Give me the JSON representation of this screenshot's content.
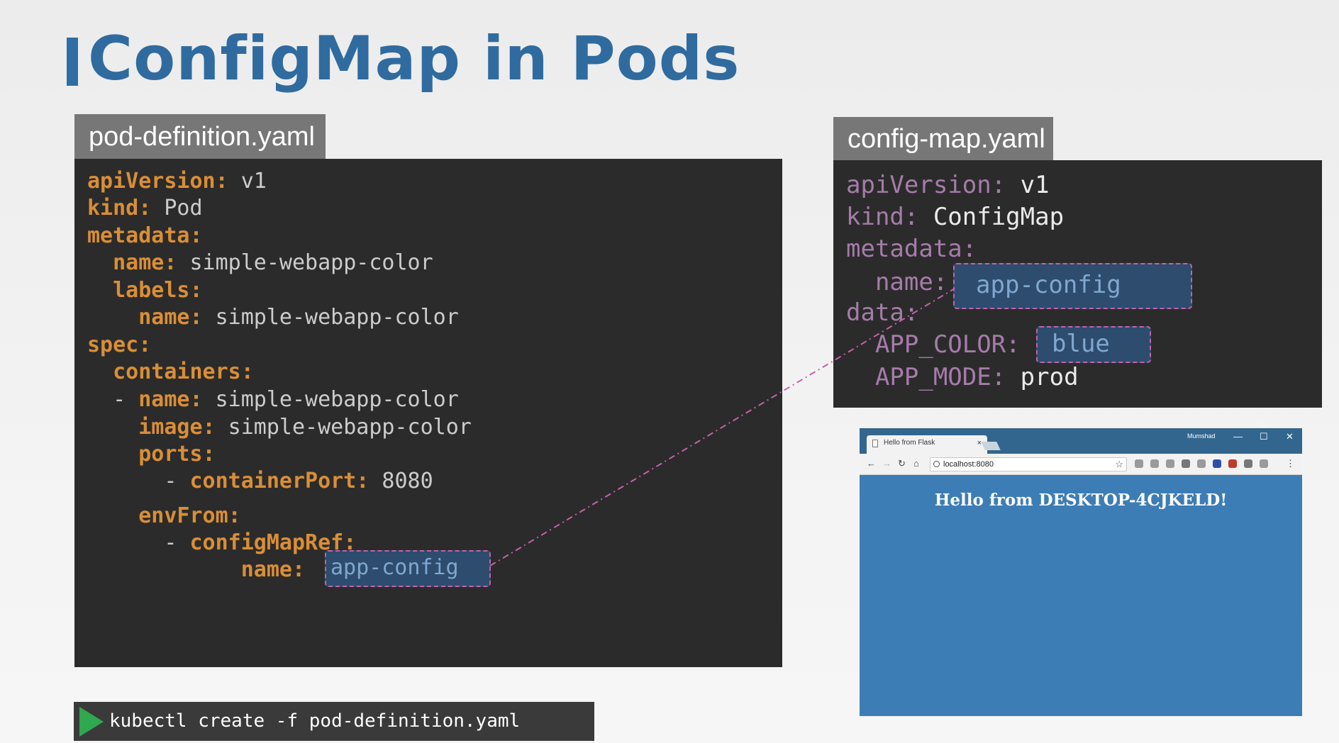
{
  "slide": {
    "title": "ConfigMap in Pods"
  },
  "pod_file": {
    "filename": "pod-definition.yaml",
    "lines": [
      {
        "indent": "",
        "key": "apiVersion:",
        "value": " v1"
      },
      {
        "indent": "",
        "key": "kind:",
        "value": " Pod"
      },
      {
        "indent": "",
        "key": "metadata:",
        "value": ""
      },
      {
        "indent": "  ",
        "key": "name:",
        "value": " simple-webapp-color"
      },
      {
        "indent": "  ",
        "key": "labels:",
        "value": ""
      },
      {
        "indent": "    ",
        "key": "name:",
        "value": " simple-webapp-color"
      },
      {
        "indent": "",
        "key": "spec:",
        "value": ""
      },
      {
        "indent": "  ",
        "key": "containers:",
        "value": ""
      },
      {
        "indent": "  - ",
        "key": "name:",
        "value": " simple-webapp-color"
      },
      {
        "indent": "    ",
        "key": "image:",
        "value": " simple-webapp-color"
      },
      {
        "indent": "    ",
        "key": "ports:",
        "value": ""
      },
      {
        "indent": "      - ",
        "key": "containerPort:",
        "value": " 8080"
      },
      {
        "indent": "    ",
        "key": "envFrom:",
        "value": ""
      },
      {
        "indent": "      - ",
        "key": "configMapRef:",
        "value": ""
      },
      {
        "indent": "            ",
        "key": "name:",
        "value": ""
      }
    ],
    "highlight_value": "app-config"
  },
  "configmap_file": {
    "filename": "config-map.yaml",
    "lines": [
      {
        "indent": "",
        "key": "apiVersion:",
        "value": " v1"
      },
      {
        "indent": "",
        "key": "kind:",
        "value": " ConfigMap"
      },
      {
        "indent": "",
        "key": "metadata:",
        "value": ""
      },
      {
        "indent": "  ",
        "key": "name:",
        "value": ""
      },
      {
        "indent": "",
        "key": "data:",
        "value": ""
      },
      {
        "indent": "  ",
        "key": "APP_COLOR:",
        "value": ""
      },
      {
        "indent": "  ",
        "key": "APP_MODE:",
        "value": " prod"
      }
    ],
    "highlight_name": "app-config",
    "highlight_color": "blue"
  },
  "browser": {
    "tab_title": "Hello from Flask",
    "tab_close": "×",
    "user": "Mumshad",
    "controls": {
      "minimize": "—",
      "maximize": "☐",
      "close": "✕"
    },
    "nav": {
      "back": "←",
      "forward": "→",
      "reload": "↻",
      "home": "⌂",
      "menu": "⋮",
      "star": "☆"
    },
    "address": "localhost:8080",
    "heading": "Hello from DESKTOP-4CJKELD!",
    "extension_icons": [
      "shield-icon",
      "circle-icon",
      "leaf-icon",
      "camera-icon",
      "gear-icon",
      "bookmark-icon",
      "pocket-icon",
      "square-icon",
      "cast-icon"
    ]
  },
  "command": {
    "text": "kubectl create -f pod-definition.yaml"
  },
  "colors": {
    "title": "#2f6b9f",
    "pod_key": "#d98e37",
    "configmap_key": "#a57ca9",
    "highlight_bg": "#2e4c6d",
    "highlight_border": "#c462a8",
    "browser_bg": "#3d7db5",
    "play_icon": "#2fa84f"
  }
}
